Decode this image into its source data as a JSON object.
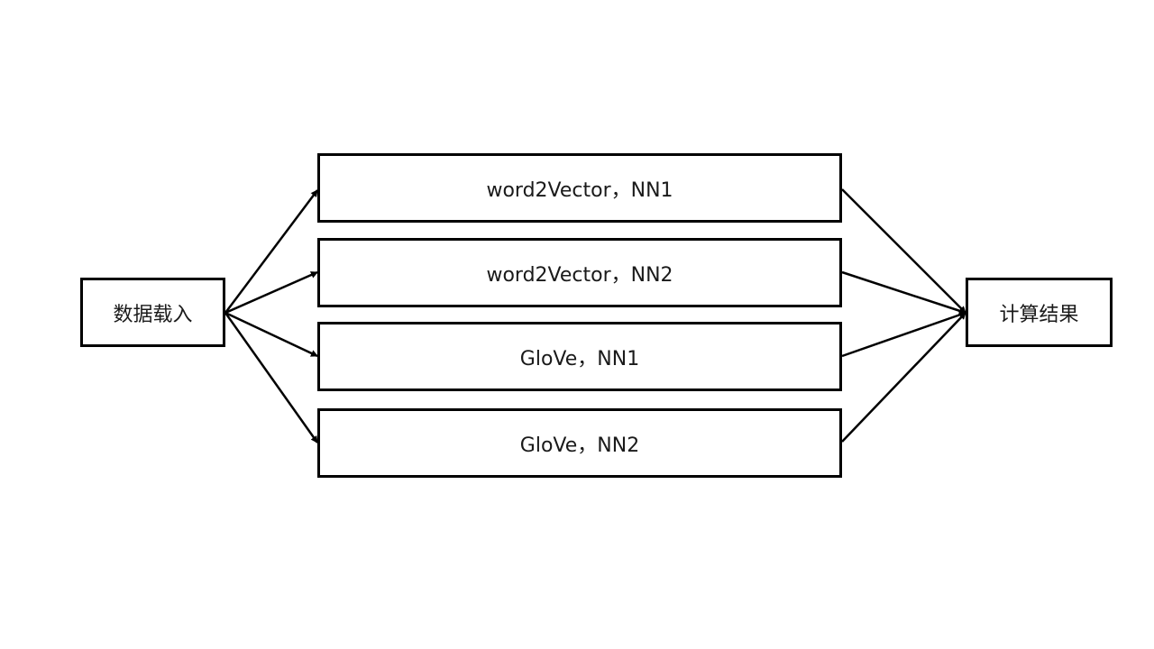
{
  "diagram": {
    "source": {
      "label": "数据载入"
    },
    "models": [
      {
        "label": "word2Vector，NN1"
      },
      {
        "label": "word2Vector，NN2"
      },
      {
        "label": "GloVe，NN1"
      },
      {
        "label": "GloVe，NN2"
      }
    ],
    "result": {
      "label": "计算结果"
    },
    "edges": [
      {
        "from": "数据载入",
        "to": "word2Vector，NN1"
      },
      {
        "from": "数据载入",
        "to": "word2Vector，NN2"
      },
      {
        "from": "数据载入",
        "to": "GloVe，NN1"
      },
      {
        "from": "数据载入",
        "to": "GloVe，NN2"
      },
      {
        "from": "word2Vector，NN1",
        "to": "计算结果"
      },
      {
        "from": "word2Vector，NN2",
        "to": "计算结果"
      },
      {
        "from": "GloVe，NN1",
        "to": "计算结果"
      },
      {
        "from": "GloVe，NN2",
        "to": "计算结果"
      }
    ],
    "line_color": "#000000"
  }
}
